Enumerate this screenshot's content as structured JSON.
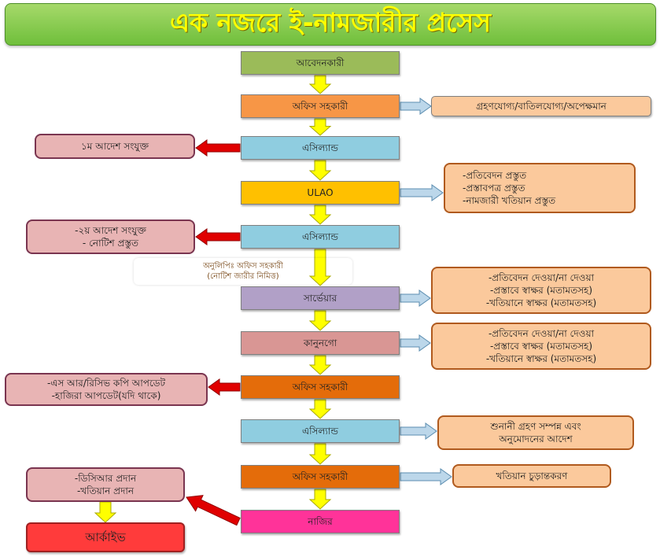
{
  "title": "এক নজরে ই-নামজারীর প্রসেস",
  "colors": {
    "title_bg": "#7cc644",
    "title_text": "#ffff00",
    "down_arrow": "#ffff00",
    "red_arrow": "#e00000",
    "blue_arrow": "#bcd7ea",
    "side_pink": "#e8b4b4",
    "side_orange": "#fbc99c"
  },
  "steps": [
    {
      "label": "আবেদনকারী",
      "color": "#9bbb59"
    },
    {
      "label": "অফিস সহকারী",
      "color": "#f79646"
    },
    {
      "label": "এসিল্যান্ড",
      "color": "#8fcde0"
    },
    {
      "label": "ULAO",
      "color": "#ffc000"
    },
    {
      "label": "এসিল্যান্ড",
      "color": "#8fcde0"
    },
    {
      "label": "সার্ভেয়ার",
      "color": "#b1a0c7"
    },
    {
      "label": "কানুনগো",
      "color": "#d99694"
    },
    {
      "label": "অফিস সহকারী",
      "color": "#e46c0a"
    },
    {
      "label": "এসিল্যান্ড",
      "color": "#8fcde0"
    },
    {
      "label": "অফিস সহকারী",
      "color": "#e46c0a"
    },
    {
      "label": "নাজির",
      "color": "#ff3399"
    }
  ],
  "right_boxes": [
    {
      "lines": [
        "গ্রহণযোগ্য/বাতিলযোগ্য/অপেক্ষমান"
      ]
    },
    {
      "lines": [
        "-প্রতিবেদন প্রস্তুত",
        "-প্রস্তাবপত্র প্রস্তুত",
        "-নামজারী খতিয়ান প্রস্তুত"
      ]
    },
    {
      "lines": [
        "-প্রতিবেদন দেওয়া/না দেওয়া",
        "-প্রস্তাবে স্বাক্ষর (মতামতসহ)",
        "-খতিয়ানে স্বাক্ষর (মতামতসহ)"
      ]
    },
    {
      "lines": [
        "-প্রতিবেদন দেওয়া/না দেওয়া",
        "-প্রস্তাবে স্বাক্ষর (মতামতসহ)",
        "-খতিয়ানে স্বাক্ষর (মতামতসহ)"
      ]
    },
    {
      "lines": [
        "শুনানী গ্রহণ সম্পন্ন এবং",
        "অনুমোদনের আদেশ"
      ]
    },
    {
      "lines": [
        "খতিয়ান চুড়ান্তকরণ"
      ]
    }
  ],
  "left_boxes": [
    {
      "lines": [
        "১ম আদেশ সংযুক্ত"
      ]
    },
    {
      "lines": [
        "-২য় আদেশ সংযুক্ত",
        "- নোটিশ প্রস্তুত"
      ]
    },
    {
      "lines": [
        "-এস আর/রিসিভ কপি আপডেট",
        "-হাজিরা আপডেট(যদি থাকে)"
      ]
    },
    {
      "lines": [
        "-ডিসিআর প্রদান",
        "-খতিয়ান প্রদান"
      ]
    }
  ],
  "archive": {
    "label": "আর্কাইভ",
    "color": "#ff3b3b"
  },
  "note": {
    "lines": [
      "অনুলিপিঃ অফিস সহকারী",
      "(নোটিশ জারীর নিমিত্ত)"
    ]
  }
}
